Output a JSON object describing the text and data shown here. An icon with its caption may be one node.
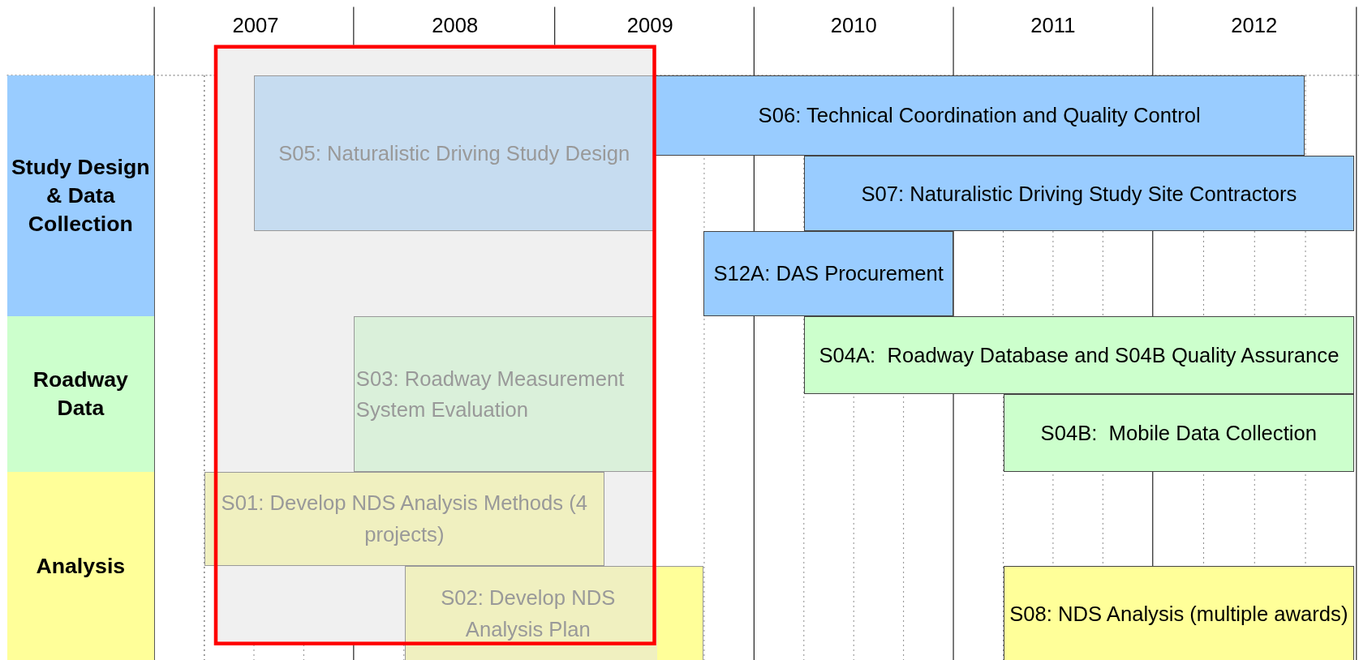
{
  "diagram": {
    "nodes": [
      {
        "text": [
          "Study Design & Data Collection"
        ]
      },
      {
        "text": [
          "S05: Naturalistic Driving Study Design"
        ]
      },
      {
        "text": [
          "S06: Technical Coordination and Quality Control"
        ]
      },
      {
        "text": [
          "S07: Naturalistic Driving Study Site Contractors"
        ]
      },
      {
        "text": [
          "S12A: DAS Procurement"
        ]
      },
      {
        "text": [
          "Roadway Data"
        ]
      },
      {
        "text": [
          "S03: Roadway Measurement System Evaluation"
        ]
      },
      {
        "text": [
          "S04A:  Roadway Database and S04B Quality Assurance"
        ]
      },
      {
        "text": [
          "S04B:  Mobile Data Collection"
        ]
      },
      {
        "text": [
          "Analysis"
        ]
      },
      {
        "text": [
          "S01: Develop NDS Analysis Methods (4 projects)"
        ]
      },
      {
        "text": [
          "S02: Develop NDS Analysis Plan"
        ]
      },
      {
        "text": [
          "S08: NDS Analysis (multiple awards)"
        ]
      }
    ],
    "labels": [
      "2007",
      "2008",
      "2009",
      "2010",
      "2011",
      "2012"
    ]
  }
}
